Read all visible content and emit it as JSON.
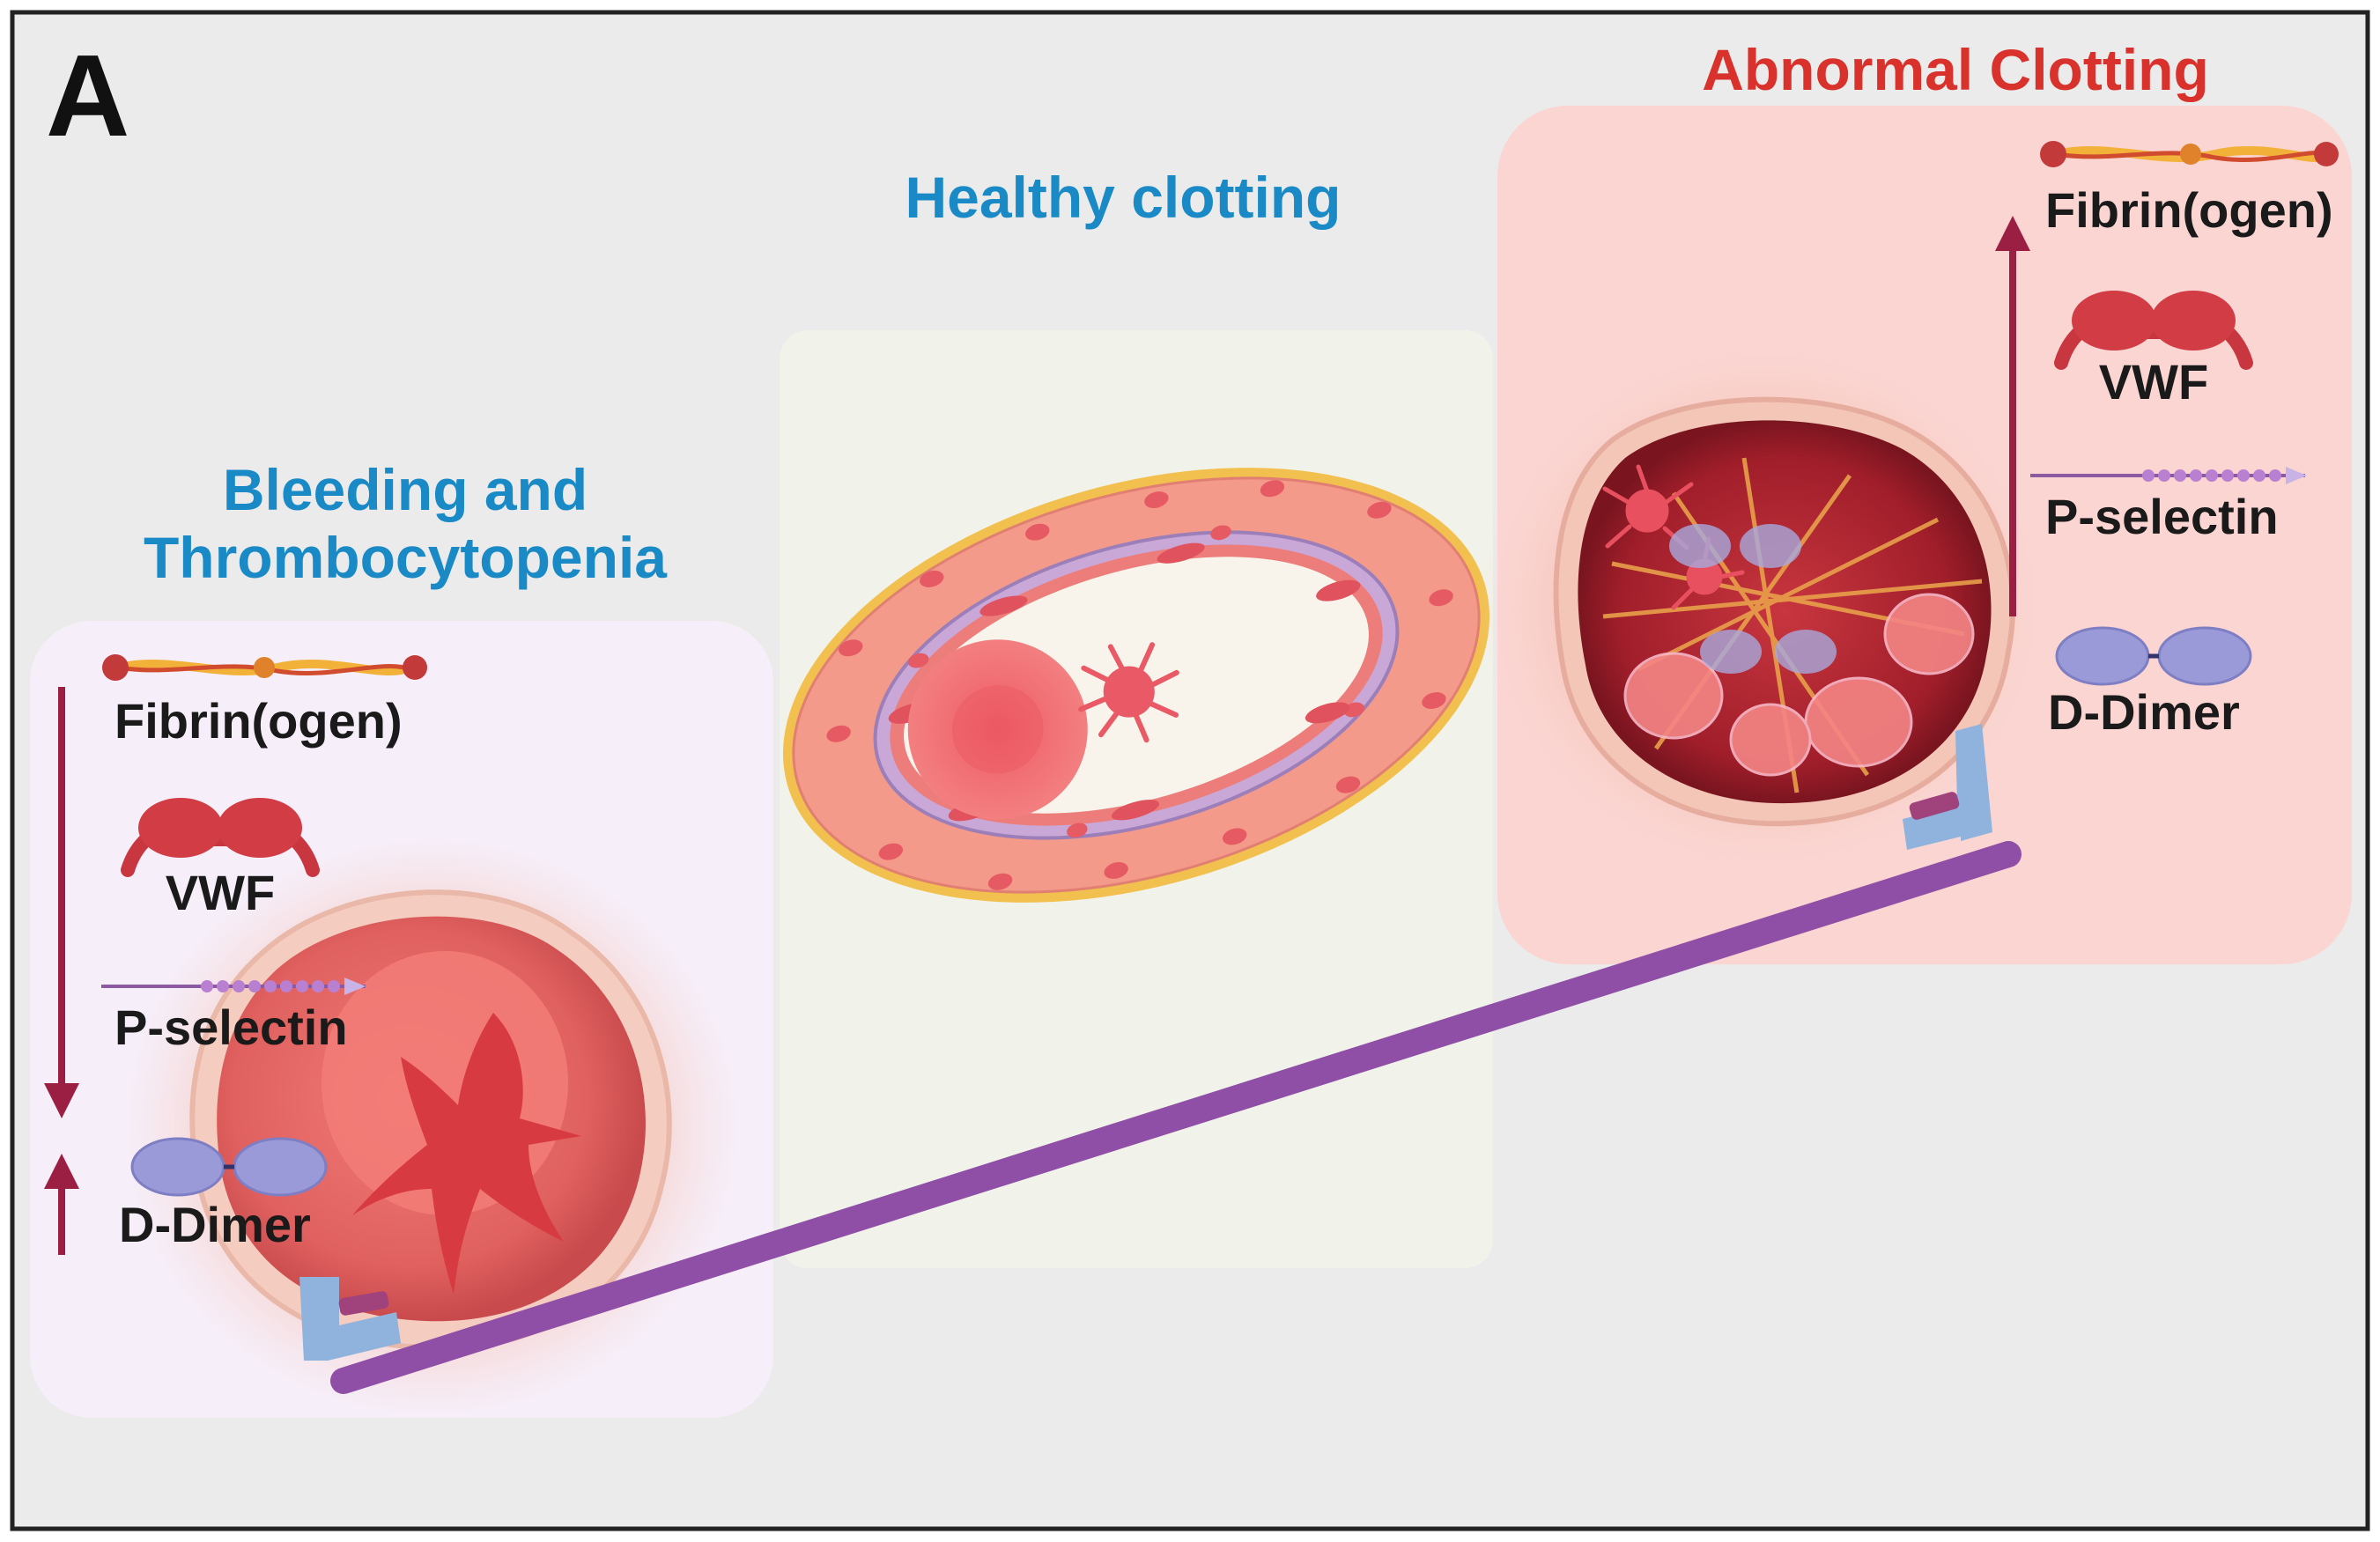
{
  "panel_letter": "A",
  "colors": {
    "background": "#ebebeb",
    "frame": "#222222",
    "healthy_title": "#1a8ac6",
    "bleeding_title": "#1a8ac6",
    "abnormal_title": "#d9312b",
    "bleeding_panel": "#f6eef9",
    "healthy_panel": "#f1f3ea",
    "abnormal_panel": "#fbd5d2",
    "arrow": "#9b1e43",
    "seesaw_beam": "#8f4fa6",
    "seesaw_bracket": "#8fb3dd",
    "seesaw_pad": "#a0437c"
  },
  "healthy": {
    "title": "Healthy clotting"
  },
  "bleeding": {
    "title_line1": "Bleeding and",
    "title_line2": "Thrombocytopenia",
    "markers": [
      {
        "label": "Fibrin(ogen)",
        "icon": "fibrinogen-icon"
      },
      {
        "label": "VWF",
        "icon": "vwf-icon"
      },
      {
        "label": "P-selectin",
        "icon": "p-selectin-icon"
      },
      {
        "label": "D-Dimer",
        "icon": "d-dimer-icon"
      }
    ]
  },
  "abnormal": {
    "title": "Abnormal Clotting",
    "markers": [
      {
        "label": "Fibrin(ogen)",
        "icon": "fibrinogen-icon"
      },
      {
        "label": "VWF",
        "icon": "vwf-icon"
      },
      {
        "label": "P-selectin",
        "icon": "p-selectin-icon"
      },
      {
        "label": "D-Dimer",
        "icon": "d-dimer-icon"
      }
    ]
  }
}
